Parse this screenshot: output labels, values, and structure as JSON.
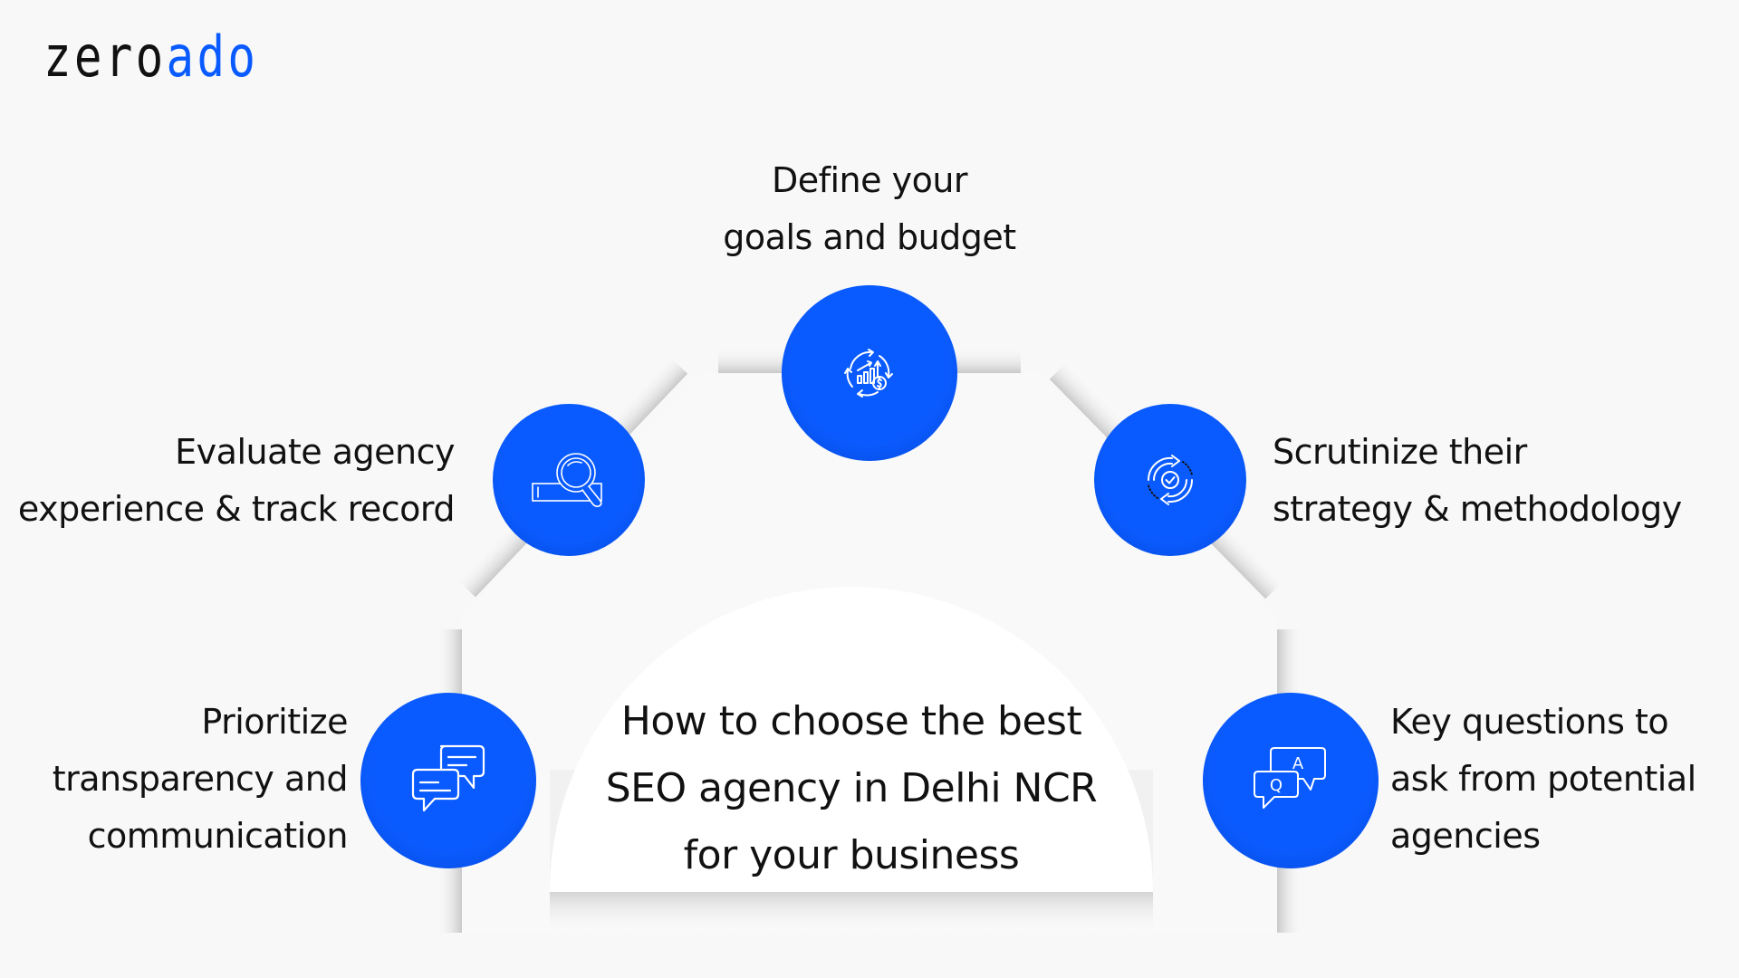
{
  "brand": {
    "logo_part1": "zero",
    "logo_part2": "ado",
    "accent_color": "#0a5bff"
  },
  "title": {
    "lines": [
      "How to choose the best",
      "SEO agency in Delhi NCR",
      "for your business"
    ]
  },
  "steps": [
    {
      "id": "goals",
      "icon": "growth-cycle-dollar-icon",
      "lines": [
        "Define your",
        "goals and budget"
      ]
    },
    {
      "id": "experience",
      "icon": "search-bar-magnifier-icon",
      "lines": [
        "Evaluate agency",
        "experience & track record"
      ]
    },
    {
      "id": "strategy",
      "icon": "refresh-check-icon",
      "lines": [
        "Scrutinize their",
        "strategy & methodology"
      ]
    },
    {
      "id": "transparency",
      "icon": "chat-bubbles-icon",
      "lines": [
        "Prioritize",
        "transparency and",
        "communication"
      ]
    },
    {
      "id": "questions",
      "icon": "qa-bubbles-icon",
      "lines": [
        "Key questions to",
        "ask from potential",
        "agencies"
      ],
      "icon_letters": {
        "answer": "A",
        "question": "Q"
      }
    }
  ],
  "colors": {
    "circle": "#0a5bff",
    "background": "#f8f8f8",
    "dome": "#ffffff",
    "text": "#111111"
  }
}
